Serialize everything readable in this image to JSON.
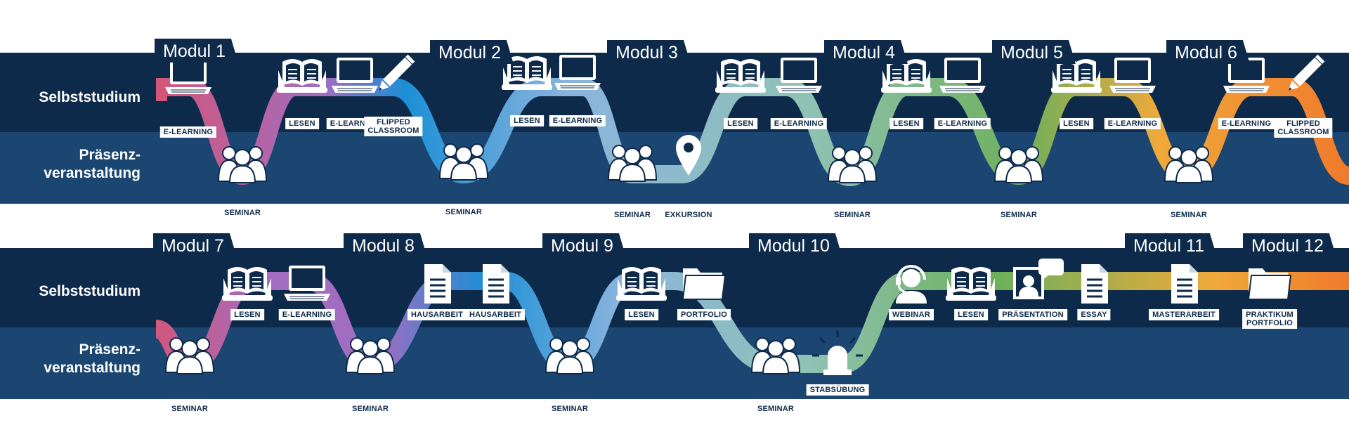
{
  "row_labels": {
    "self": "Selbststudium",
    "presence_1": "Präsenz-",
    "presence_2": "veranstaltung"
  },
  "colors": {
    "band_top": "#0d2a4a",
    "band_bottom": "#1b4672",
    "ribbon": [
      "#d45676",
      "#a26cc0",
      "#1b8fd6",
      "#8ab4dd",
      "#8fc2b3",
      "#6db05b",
      "#f0a93a",
      "#f07a2c"
    ]
  },
  "modules": [
    {
      "label": "Modul 1"
    },
    {
      "label": "Modul 2"
    },
    {
      "label": "Modul 3"
    },
    {
      "label": "Modul 4"
    },
    {
      "label": "Modul 5"
    },
    {
      "label": "Modul 6"
    },
    {
      "label": "Modul 7"
    },
    {
      "label": "Modul 8"
    },
    {
      "label": "Modul 9"
    },
    {
      "label": "Modul 10"
    },
    {
      "label": "Modul 11"
    },
    {
      "label": "Modul 12"
    }
  ],
  "row1_items": [
    {
      "icon": "laptop-icon",
      "label": "E-LEARNING"
    },
    {
      "icon": "seminar-group-icon",
      "label": "SEMINAR"
    },
    {
      "icon": "book-reading-icon",
      "label": "LESEN"
    },
    {
      "icon": "laptop-icon",
      "label": "E-LEARNING"
    },
    {
      "icon": "pencil-icon",
      "label": "FLIPPED\nCLASSROOM"
    },
    {
      "icon": "seminar-group-icon",
      "label": "SEMINAR"
    },
    {
      "icon": "book-reading-icon",
      "label": "LESEN"
    },
    {
      "icon": "laptop-icon",
      "label": "E-LEARNING"
    },
    {
      "icon": "seminar-group-icon",
      "label": "SEMINAR"
    },
    {
      "icon": "map-pin-icon",
      "label": "EXKURSION"
    },
    {
      "icon": "book-reading-icon",
      "label": "LESEN"
    },
    {
      "icon": "laptop-icon",
      "label": "E-LEARNING"
    },
    {
      "icon": "seminar-group-icon",
      "label": "SEMINAR"
    },
    {
      "icon": "book-reading-icon",
      "label": "LESEN"
    },
    {
      "icon": "laptop-icon",
      "label": "E-LEARNING"
    },
    {
      "icon": "seminar-group-icon",
      "label": "SEMINAR"
    },
    {
      "icon": "book-reading-icon",
      "label": "LESEN"
    },
    {
      "icon": "laptop-icon",
      "label": "E-LEARNING"
    },
    {
      "icon": "seminar-group-icon",
      "label": "SEMINAR"
    },
    {
      "icon": "laptop-icon",
      "label": "E-LEARNING"
    },
    {
      "icon": "pencil-icon",
      "label": "FLIPPED\nCLASSROOM"
    }
  ],
  "row2_items": [
    {
      "icon": "seminar-group-icon",
      "label": "SEMINAR"
    },
    {
      "icon": "book-reading-icon",
      "label": "LESEN"
    },
    {
      "icon": "laptop-icon",
      "label": "E-LEARNING"
    },
    {
      "icon": "seminar-group-icon",
      "label": "SEMINAR"
    },
    {
      "icon": "document-icon",
      "label": "HAUSARBEIT"
    },
    {
      "icon": "document-icon",
      "label": "HAUSARBEIT"
    },
    {
      "icon": "seminar-group-icon",
      "label": "SEMINAR"
    },
    {
      "icon": "book-reading-icon",
      "label": "LESEN"
    },
    {
      "icon": "folder-icon",
      "label": "PORTFOLIO"
    },
    {
      "icon": "seminar-group-icon",
      "label": "SEMINAR"
    },
    {
      "icon": "siren-icon",
      "label": "STABSÜBUNG"
    },
    {
      "icon": "headset-icon",
      "label": "WEBINAR"
    },
    {
      "icon": "book-reading-icon",
      "label": "LESEN"
    },
    {
      "icon": "presentation-icon",
      "label": "PRÄSENTATION"
    },
    {
      "icon": "document-icon",
      "label": "ESSAY"
    },
    {
      "icon": "document-icon",
      "label": "MASTERARBEIT"
    },
    {
      "icon": "folder-icon",
      "label": "PRAKTIKUM\nPORTFOLIO"
    }
  ]
}
